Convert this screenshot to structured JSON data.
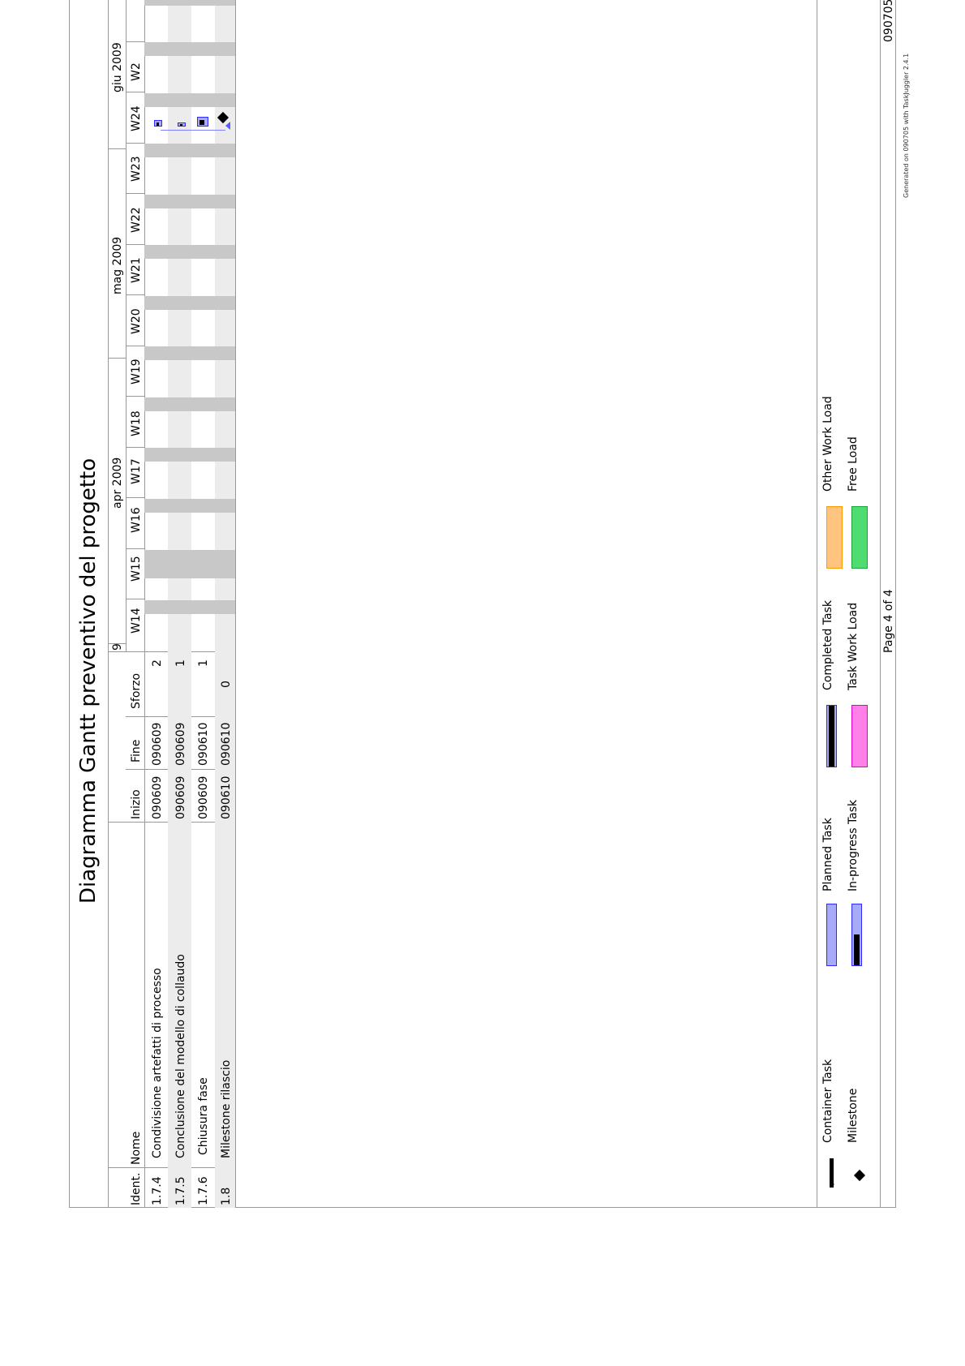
{
  "title": "Diagramma Gantt preventivo del progetto",
  "columns": {
    "id": "Ident.",
    "name": "Nome",
    "start": "Inizio",
    "end": "Fine",
    "effort": "Sforzo"
  },
  "timeline": {
    "months": [
      {
        "label": "9"
      },
      {
        "label": "apr 2009"
      },
      {
        "label": "mag 2009"
      },
      {
        "label": "giu 2009"
      }
    ],
    "weeks": [
      "W14",
      "W15",
      "W16",
      "W17",
      "W18",
      "W19",
      "W20",
      "W21",
      "W22",
      "W23",
      "W24",
      "W2"
    ]
  },
  "tasks": [
    {
      "id": "1.7.4",
      "name": "Condivisione artefatti di processo",
      "start": "090609",
      "end": "090609",
      "effort": "2"
    },
    {
      "id": "1.7.5",
      "name": "Conclusione del modello di collaudo",
      "start": "090609",
      "end": "090609",
      "effort": "1"
    },
    {
      "id": "1.7.6",
      "name": "Chiusura fase",
      "start": "090609",
      "end": "090610",
      "effort": "1"
    },
    {
      "id": "1.8",
      "name": "Milestone rilascio",
      "start": "090610",
      "end": "090610",
      "effort": "0"
    }
  ],
  "legend": {
    "container": "Container Task",
    "planned": "Planned Task",
    "completed": "Completed Task",
    "other_load": "Other Work Load",
    "milestone": "Milestone",
    "inprogress": "In-progress Task",
    "task_load": "Task Work Load",
    "free_load": "Free Load"
  },
  "footer": {
    "page": "Page 4 of 4",
    "report_id": "090705",
    "generated": "Generated on 090705 with TaskJuggler 2.4.1"
  },
  "colors": {
    "planned": "#a6aaf7",
    "completed": "#000000",
    "other_load": "#ffc57f",
    "free_load": "#4fdc70",
    "task_load": "#ff80e8",
    "weekend": "#c8c8c8",
    "alt_row": "#ececec"
  }
}
